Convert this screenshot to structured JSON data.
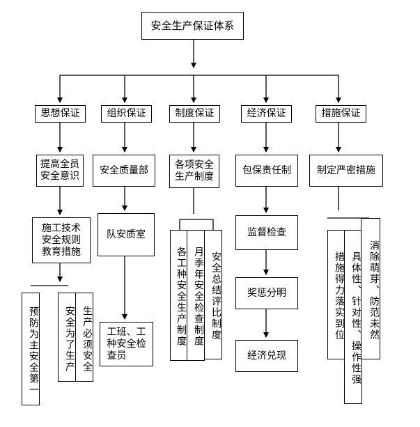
{
  "root": "安全生产保证体系",
  "columns": [
    {
      "header": "思想保证",
      "level2": "提高全员\n安全意识",
      "level3": "施工技术\n安全规则\n教育措施",
      "leaves": [
        "预防为主安全第一",
        "安全为了生产",
        "生产必须安全"
      ]
    },
    {
      "header": "组织保证",
      "level2": "安全质量部",
      "level3": "队安质室",
      "level4": "工班、工\n种安全检\n查员"
    },
    {
      "header": "制度保证",
      "level2": "各项安全\n生产制度",
      "leaves": [
        "各工种安全生产制度",
        "月季年安全检查制度",
        "安全总结评比制度"
      ]
    },
    {
      "header": "经济保证",
      "level2": "包保责任制",
      "level3": "监督检查",
      "level4": "奖惩分明",
      "level5": "经济兑现"
    },
    {
      "header": "措施保证",
      "level2": "制定严密措施",
      "leaves": [
        "措施得力落实到位",
        "具体性、针对性、操作性强",
        "消除萌芽、防范未然"
      ]
    }
  ]
}
